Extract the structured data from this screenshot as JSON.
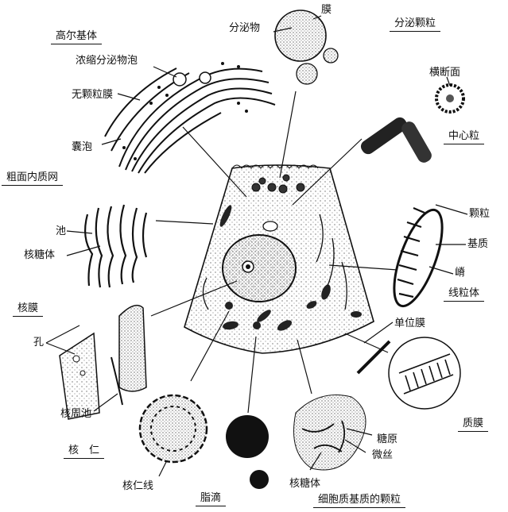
{
  "labels": {
    "golgi": "高尔基体",
    "secretory_vesicle": "浓缩分泌物泡",
    "smooth_membrane": "无颗粒膜",
    "sacculus": "囊泡",
    "secretion": "分泌物",
    "membrane": "膜",
    "secretory_granule": "分泌颗粒",
    "cross_section": "横断面",
    "centriole": "中心粒",
    "rer": "粗面内质网",
    "cistern": "池",
    "ribosome": "核糖体",
    "granule": "颗粒",
    "matrix": "基质",
    "crista": "嵴",
    "mitochondrion": "线粒体",
    "nuclear_envelope": "核膜",
    "pore": "孔",
    "unit_membrane": "单位膜",
    "perinuclear_cistern": "核周池",
    "plasma_membrane": "质膜",
    "glycogen": "糖原",
    "nucleolus": "核　仁",
    "microfilament": "微丝",
    "nucleolonema": "核仁线",
    "lipid_droplet": "脂滴",
    "ribosome2": "核糖体",
    "cytoplasm_granules": "细胞质基质的颗粒"
  }
}
